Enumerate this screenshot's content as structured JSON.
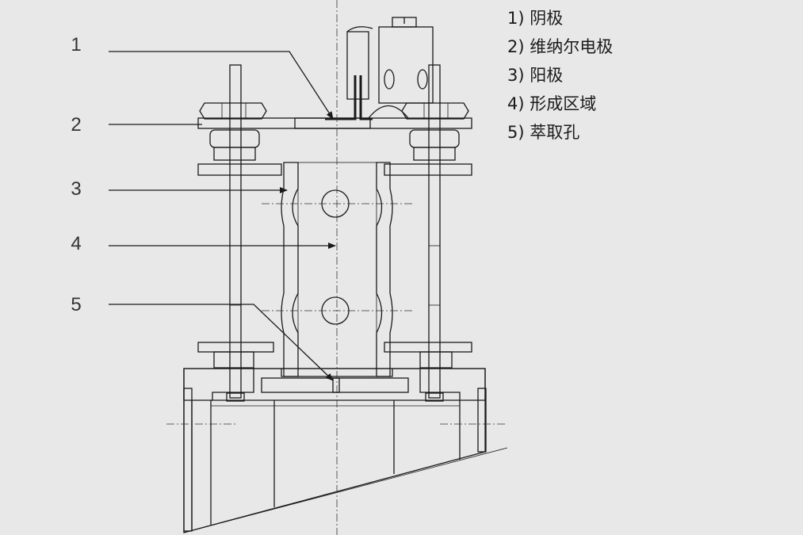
{
  "callouts": [
    {
      "number": "1",
      "label": "1) 阴极"
    },
    {
      "number": "2",
      "label": "2) 维纳尔电极"
    },
    {
      "number": "3",
      "label": "3) 阳极"
    },
    {
      "number": "4",
      "label": "4) 形成区域"
    },
    {
      "number": "5",
      "label": "5) 萃取孔"
    }
  ],
  "colors": {
    "background": "#e8e8e8",
    "part_fill": "#ffffff",
    "anode_fill": "#c8c8c8",
    "line": "#1a1a1a"
  }
}
